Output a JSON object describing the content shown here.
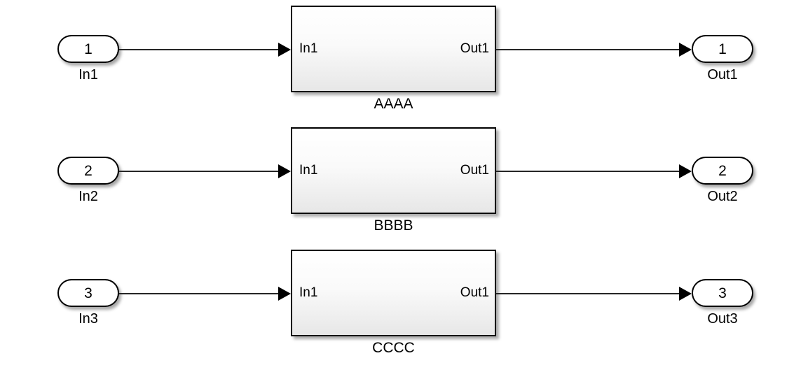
{
  "canvas": {
    "background": "#ffffff",
    "wire_color": "#262626",
    "block_border_color": "#000000",
    "block_fill_top": "#ffffff",
    "block_fill_bottom": "#e7e7e7"
  },
  "rows": [
    {
      "input_port": {
        "number": "1",
        "label": "In1"
      },
      "subsystem": {
        "name": "AAAA",
        "in_port_label": "In1",
        "out_port_label": "Out1"
      },
      "output_port": {
        "number": "1",
        "label": "Out1"
      }
    },
    {
      "input_port": {
        "number": "2",
        "label": "In2"
      },
      "subsystem": {
        "name": "BBBB",
        "in_port_label": "In1",
        "out_port_label": "Out1"
      },
      "output_port": {
        "number": "2",
        "label": "Out2"
      }
    },
    {
      "input_port": {
        "number": "3",
        "label": "In3"
      },
      "subsystem": {
        "name": "CCCC",
        "in_port_label": "In1",
        "out_port_label": "Out1"
      },
      "output_port": {
        "number": "3",
        "label": "Out3"
      }
    }
  ]
}
